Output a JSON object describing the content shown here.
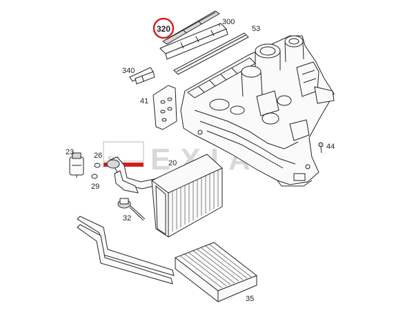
{
  "watermark": {
    "text": "EXIA",
    "small_text": "EXIA"
  },
  "callouts": {
    "p320": "320",
    "p300": "300",
    "p53": "53",
    "p340": "340",
    "p41": "41",
    "p23": "23",
    "p26": "26",
    "p29": "29",
    "p20": "20",
    "p44": "44",
    "p32": "32",
    "p35": "35"
  },
  "colors": {
    "highlight_circle": "#d81e1e",
    "watermark_red": "#d11f1f",
    "watermark_gray": "#d9d9d9"
  }
}
